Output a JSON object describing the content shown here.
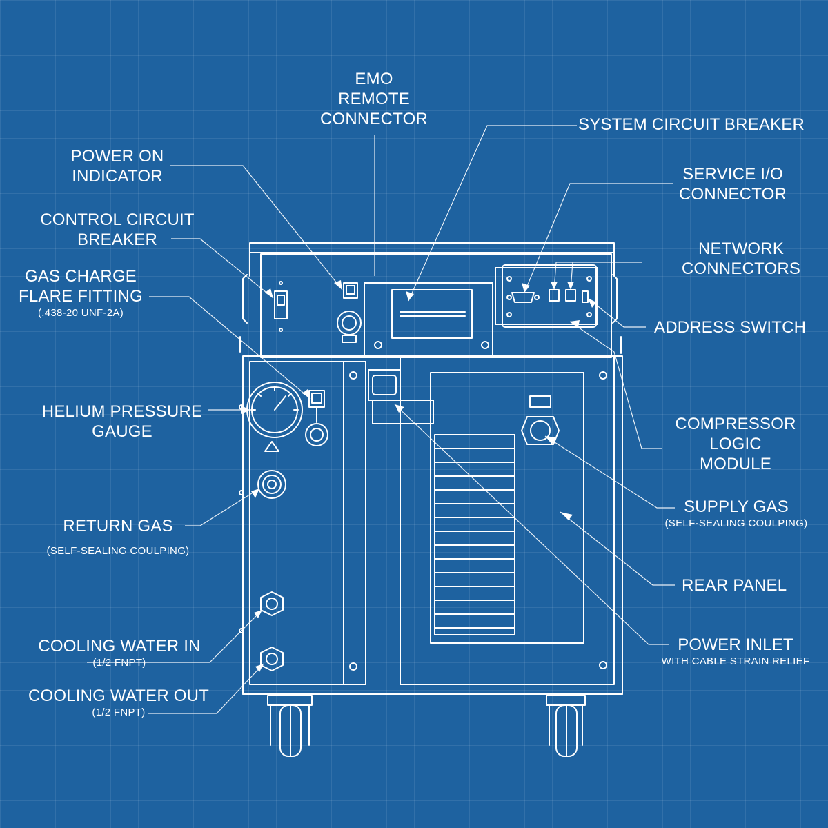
{
  "background_color": "#1e62a0",
  "line_color": "#ffffff",
  "labels": {
    "emo_remote_connector": [
      "EMO",
      "REMOTE",
      "CONNECTOR"
    ],
    "system_circuit_breaker": "SYSTEM CIRCUIT BREAKER",
    "power_on_indicator": [
      "POWER ON",
      "INDICATOR"
    ],
    "service_io_connector": [
      "SERVICE I/O",
      "CONNECTOR"
    ],
    "control_circuit_breaker": [
      "CONTROL CIRCUIT",
      "BREAKER"
    ],
    "network_connectors": [
      "NETWORK",
      "CONNECTORS"
    ],
    "gas_charge_flare_fitting": [
      "GAS CHARGE",
      "FLARE FITTING"
    ],
    "gas_charge_flare_fitting_spec": "(.438-20 UNF-2A)",
    "address_switch": "ADDRESS SWITCH",
    "helium_pressure_gauge": [
      "HELIUM PRESSURE",
      "GAUGE"
    ],
    "compressor_logic_module": [
      "COMPRESSOR",
      "LOGIC",
      "MODULE"
    ],
    "supply_gas": "SUPPLY GAS",
    "supply_gas_spec": "(SELF-SEALING COULPING)",
    "return_gas": "RETURN GAS",
    "return_gas_spec": "(SELF-SEALING COULPING)",
    "rear_panel": "REAR PANEL",
    "power_inlet": "POWER INLET",
    "power_inlet_spec": "WITH CABLE STRAIN RELIEF",
    "cooling_water_in": "COOLING WATER IN",
    "cooling_water_in_spec": "(1/2 FNPT)",
    "cooling_water_out": "COOLING WATER OUT",
    "cooling_water_out_spec": "(1/2 FNPT)"
  }
}
